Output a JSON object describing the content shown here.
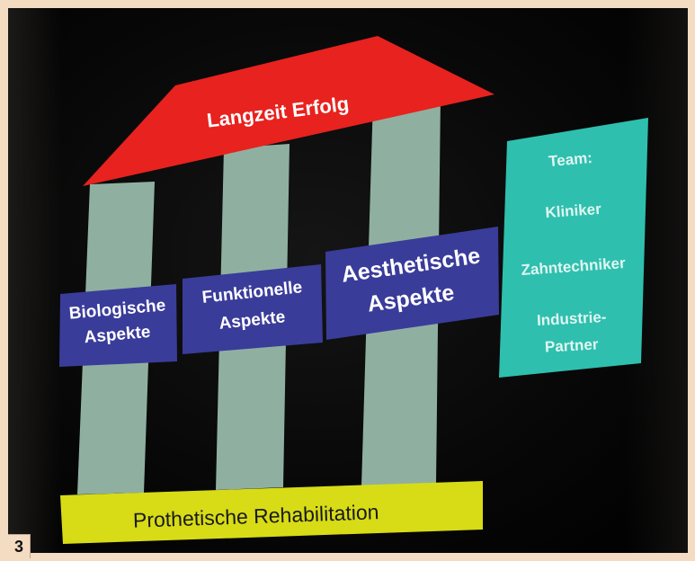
{
  "roof": {
    "label": "Langzeit Erfolg"
  },
  "pillars": [
    {
      "line1": "Biologische",
      "line2": "Aspekte"
    },
    {
      "line1": "Funktionelle",
      "line2": "Aspekte"
    },
    {
      "line1": "Aesthetische",
      "line2": "Aspekte"
    }
  ],
  "foundation": {
    "label": "Prothetische Rehabilitation"
  },
  "team": {
    "title": "Team:",
    "members": [
      "Kliniker",
      "Zahntechniker",
      "Industrie-",
      "Partner"
    ]
  },
  "figure_number": "3",
  "colors": {
    "roof": "#e8221e",
    "pillar": "#8fb0a0",
    "aspect_box": "#3a3c9a",
    "foundation": "#d7dc16",
    "team_box": "#2fbfae",
    "roof_text": "#ffffff",
    "team_text": "#dff6f2",
    "foundation_text": "#1a1a1a"
  }
}
